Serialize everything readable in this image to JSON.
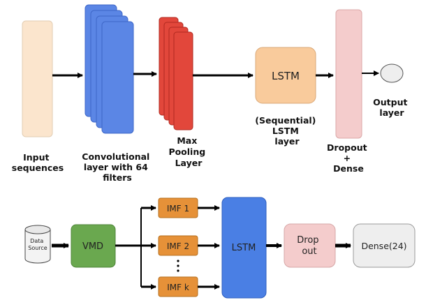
{
  "top": {
    "input_label": [
      "Input",
      "sequences"
    ],
    "conv_label": [
      "Convolutional",
      "layer with 64",
      "filters"
    ],
    "pool_label": [
      "Max",
      "Pooling",
      "Layer"
    ],
    "lstm_box": "LSTM",
    "lstm_label": [
      "(Sequential)",
      "LSTM",
      "layer"
    ],
    "dropout_label": [
      "Dropout",
      "+",
      "Dense"
    ],
    "output_label": [
      "Output",
      "layer"
    ]
  },
  "bottom": {
    "data_source": [
      "Data",
      "Source"
    ],
    "vmd": "VMD",
    "imf1": "IMF 1",
    "imf2": "IMF 2",
    "imfk": "IMF k",
    "lstm": "LSTM",
    "dropout": [
      "Drop",
      "out"
    ],
    "dense": "Dense(24)"
  },
  "colors": {
    "input": "#fbe5cd",
    "conv": "#5b86e5",
    "pool": "#e2473b",
    "lstm_top": "#f9cb9c",
    "dropout": "#f4cccc",
    "vmd": "#6aa84f",
    "imf": "#e69138",
    "lstm_bottom": "#4a7fe4",
    "dense": "#eeeeee"
  }
}
